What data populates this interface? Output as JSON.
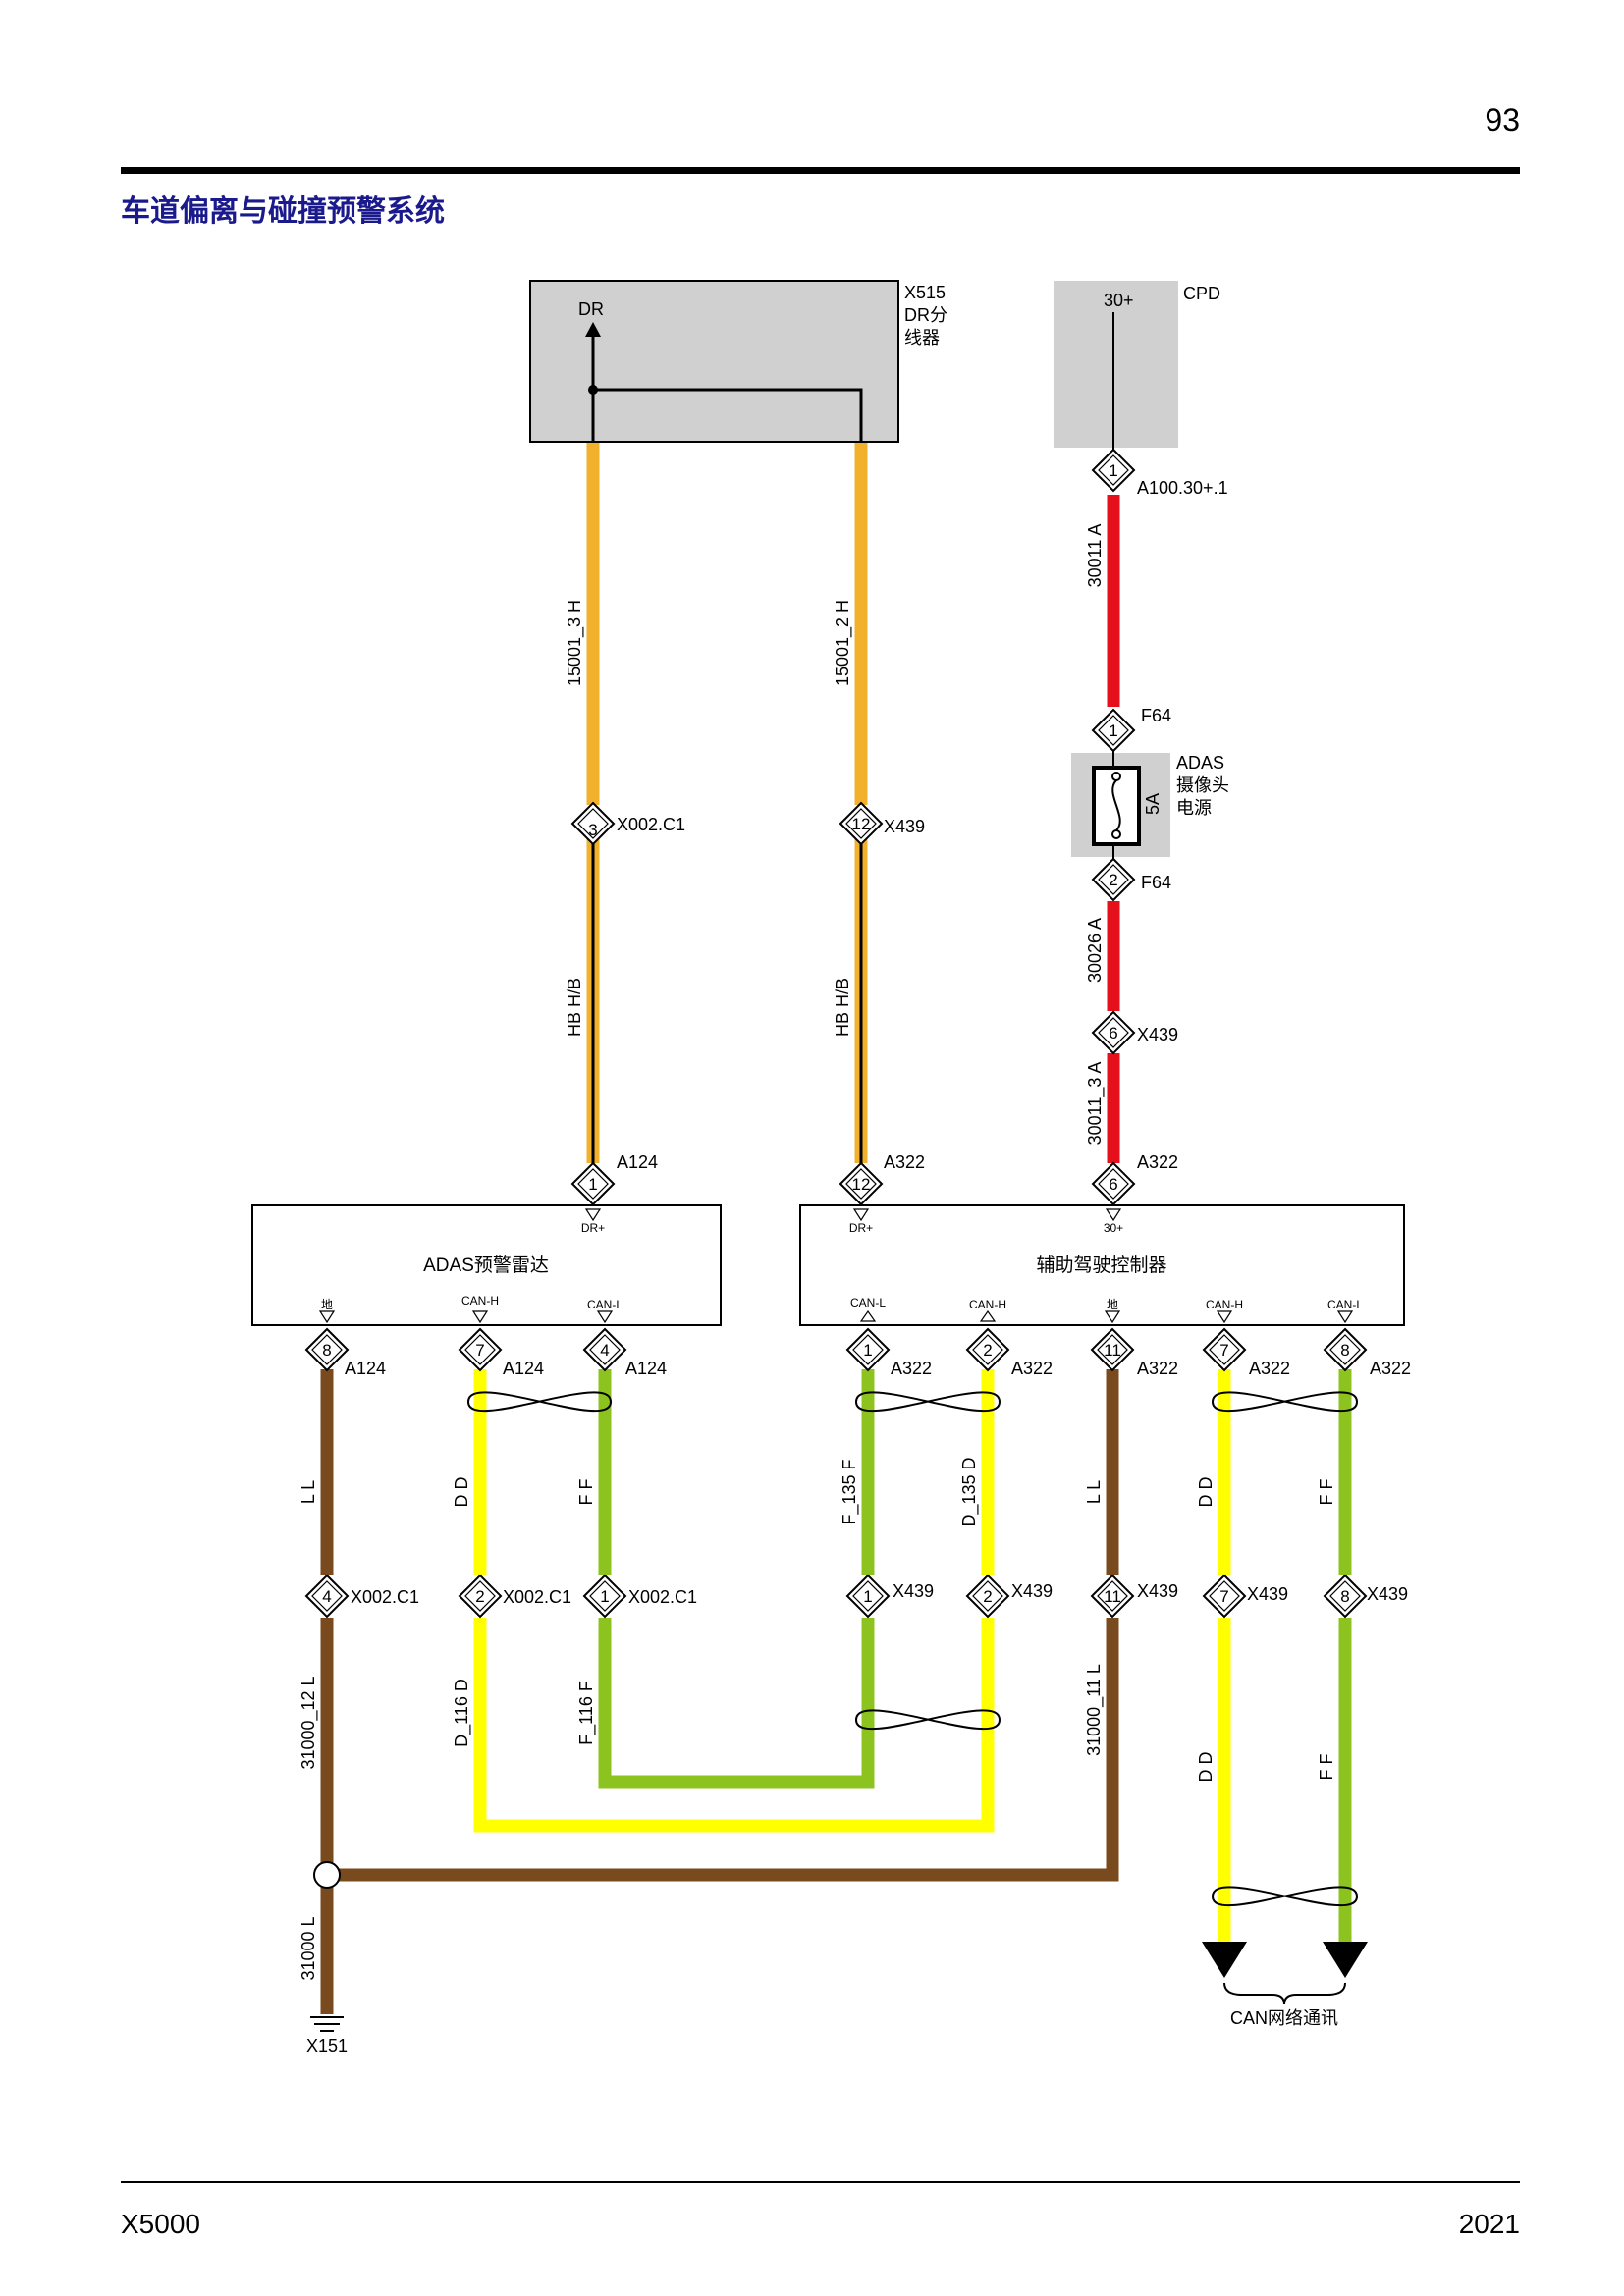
{
  "page": {
    "number": "93",
    "title": "车道偏离与碰撞预警系统",
    "footer_model": "X5000",
    "footer_year": "2021"
  },
  "colors": {
    "orange": "#f2b12c",
    "red": "#e5101c",
    "brown": "#7a4a1f",
    "yellow": "#ffff00",
    "green": "#8dc31f",
    "gray": "#d0d0d0"
  },
  "components": {
    "dr_splitter": {
      "code": "X515",
      "name_line1": "DR分",
      "name_line2": "线器",
      "terminal": "DR"
    },
    "cpd": {
      "code": "CPD",
      "terminal": "30+"
    },
    "fuse": {
      "name_line1": "ADAS",
      "name_line2": "摄像头",
      "name_line3": "电源",
      "rating": "5A"
    },
    "radar": {
      "name": "ADAS预警雷达",
      "pin_dr": "DR+",
      "pin_ground": "地",
      "pin_canh": "CAN-H",
      "pin_canl": "CAN-L"
    },
    "controller": {
      "name": "辅助驾驶控制器",
      "pin_dr": "DR+",
      "pin_30": "30+",
      "pin_canl": "CAN-L",
      "pin_canh": "CAN-H",
      "pin_ground": "地",
      "pin_canh2": "CAN-H",
      "pin_canl2": "CAN-L"
    }
  },
  "connectors": {
    "c1": {
      "pin": "1",
      "label": "A100.30+.1"
    },
    "c2": {
      "pin": "1",
      "label": "F64"
    },
    "c3": {
      "pin": "2",
      "label": "F64"
    },
    "c4": {
      "pin": "6",
      "label": "X439"
    },
    "c5": {
      "pin": "6",
      "label": "A322"
    },
    "c6": {
      "pin": "3",
      "label": "X002.C1"
    },
    "c7": {
      "pin": "12",
      "label": "X439"
    },
    "c8": {
      "pin": "1",
      "label": "A124"
    },
    "c9": {
      "pin": "12",
      "label": "A322"
    },
    "c10": {
      "pin": "8",
      "label": "A124"
    },
    "c11": {
      "pin": "7",
      "label": "A124"
    },
    "c12": {
      "pin": "4",
      "label": "A124"
    },
    "c13": {
      "pin": "1",
      "label": "A322"
    },
    "c14": {
      "pin": "2",
      "label": "A322"
    },
    "c15": {
      "pin": "11",
      "label": "A322"
    },
    "c16": {
      "pin": "7",
      "label": "A322"
    },
    "c17": {
      "pin": "8",
      "label": "A322"
    },
    "c18": {
      "pin": "4",
      "label": "X002.C1"
    },
    "c19": {
      "pin": "2",
      "label": "X002.C1"
    },
    "c20": {
      "pin": "1",
      "label": "X002.C1"
    },
    "c21": {
      "pin": "1",
      "label": "X439"
    },
    "c22": {
      "pin": "2",
      "label": "X439"
    },
    "c23": {
      "pin": "11",
      "label": "X439"
    },
    "c24": {
      "pin": "7",
      "label": "X439"
    },
    "c25": {
      "pin": "8",
      "label": "X439"
    }
  },
  "wires": {
    "w1": "15001_3 H",
    "w2": "15001_2 H",
    "w3": "30011 A",
    "w4": "30026 A",
    "w5": "30011_3 A",
    "w6": "HB H/B",
    "w7": "HB H/B",
    "w8": "L L",
    "w9": "D D",
    "w10": "F F",
    "w11": "F_135 F",
    "w12": "D_135 D",
    "w13": "L L",
    "w14": "D D",
    "w15": "F F",
    "w16": "31000_12 L",
    "w17": "D_116 D",
    "w18": "F_116 F",
    "w19": "31000_11 L",
    "w20": "D D",
    "w21": "F F",
    "w22": "31000 L"
  },
  "ground": {
    "label": "X151"
  },
  "can_network": {
    "label": "CAN网络通讯"
  }
}
